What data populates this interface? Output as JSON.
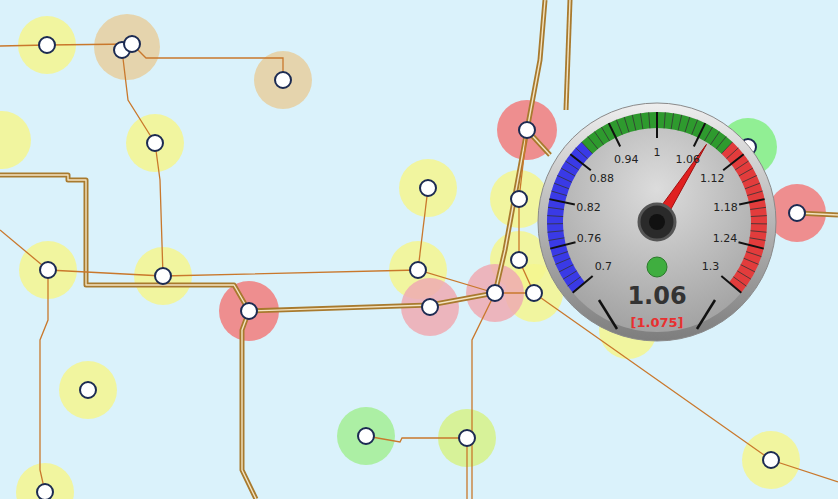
{
  "diagram": {
    "nodes": [
      {
        "text": [
          "1.06",
          "[1.075]"
        ]
      }
    ],
    "labels": [
      "0.7",
      "0.76",
      "0.82",
      "0.88",
      "0.94",
      "1",
      "1.06",
      "1.12",
      "1.18",
      "1.24",
      "1.3"
    ]
  }
}
